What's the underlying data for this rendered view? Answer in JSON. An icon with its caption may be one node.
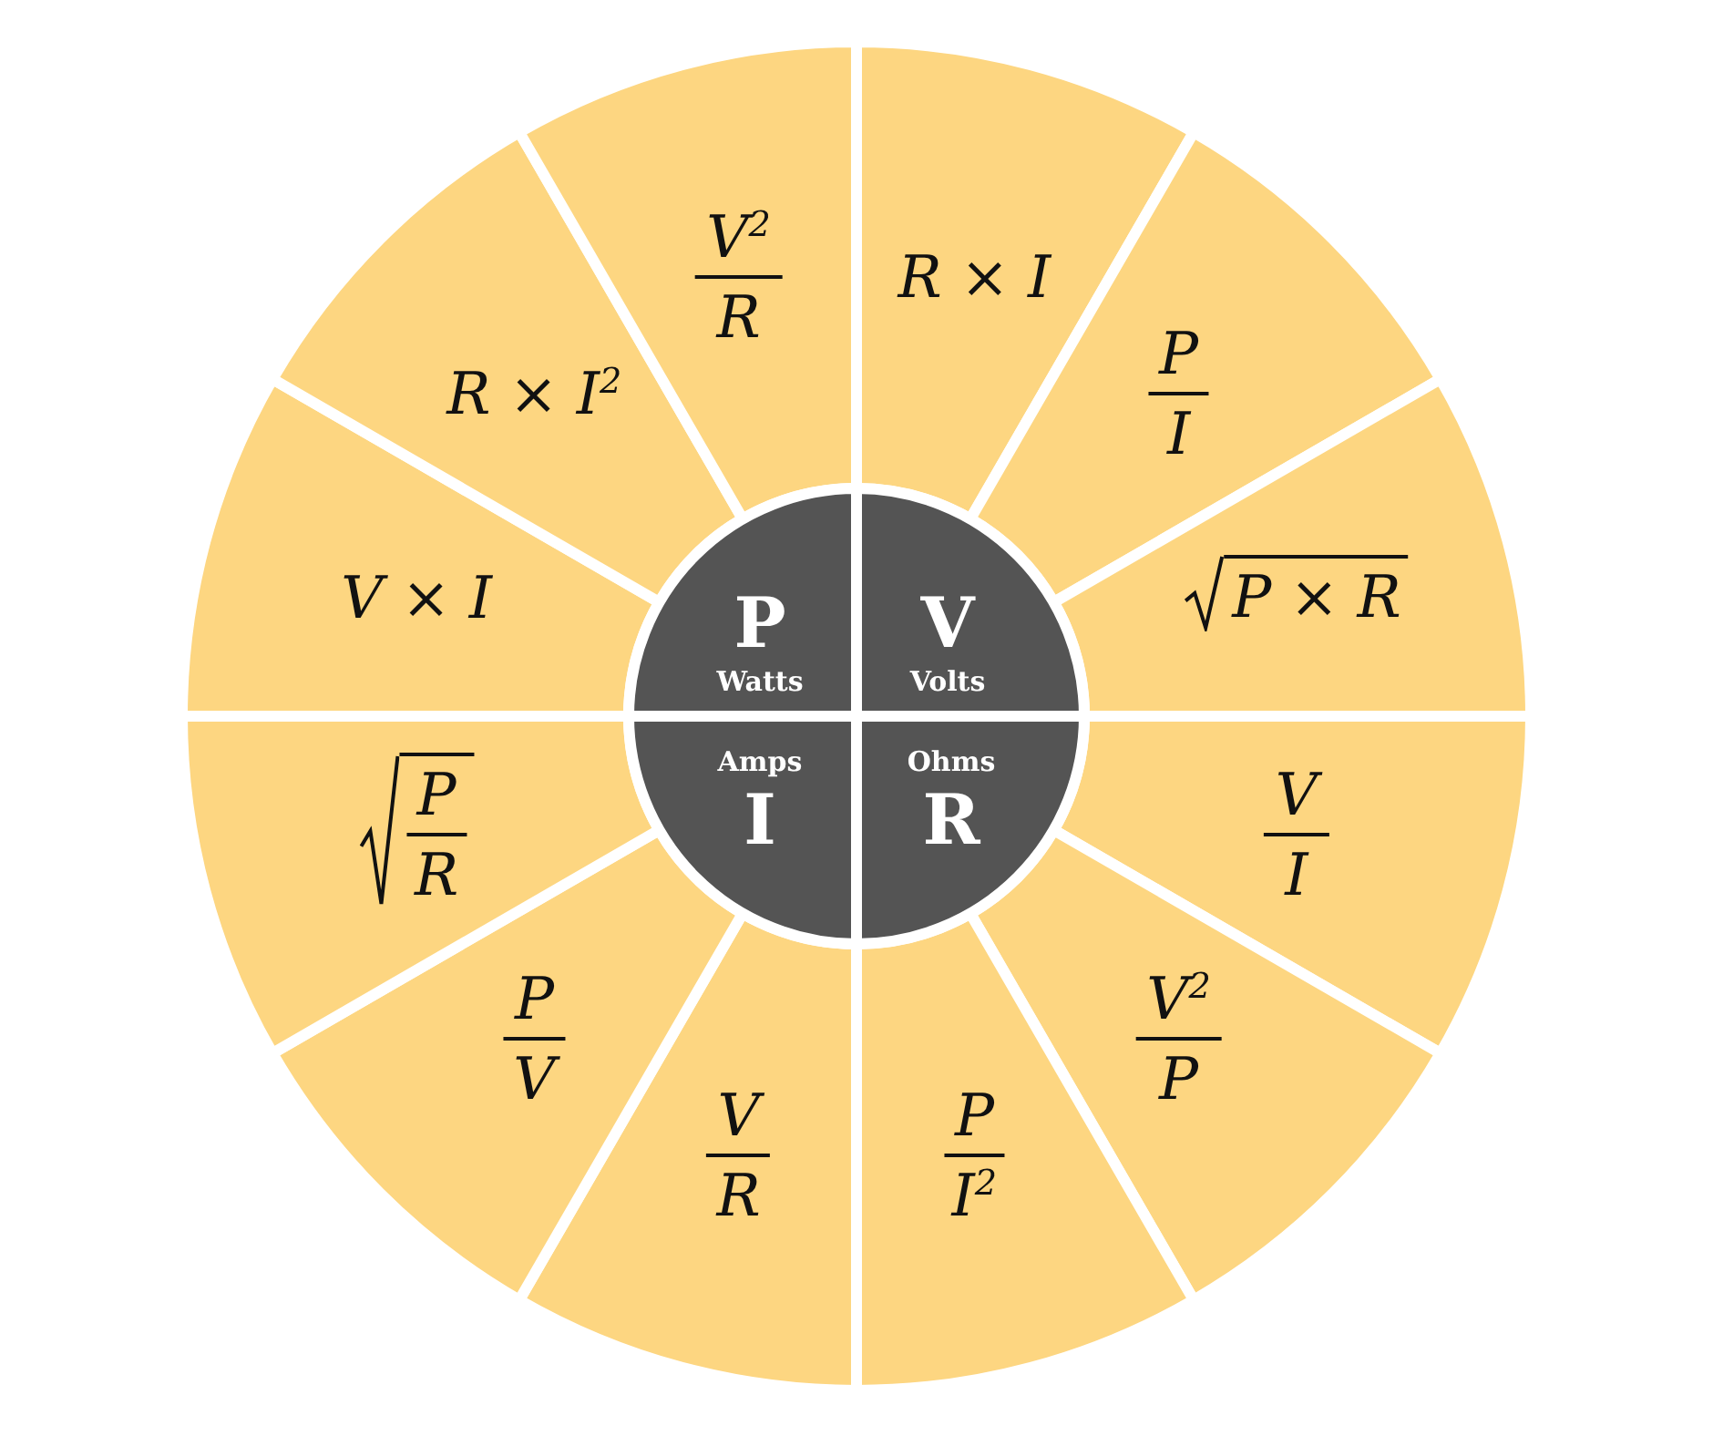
{
  "diagram": {
    "nodes": [
      {
        "text": [
          "P",
          "Watts"
        ]
      },
      {
        "text": [
          "V",
          "Volts"
        ]
      },
      {
        "text": [
          "Amps",
          "I"
        ]
      },
      {
        "text": [
          "Ohms",
          "R"
        ]
      },
      {
        "text": [
          "R × I"
        ]
      },
      {
        "text": [
          "P",
          "I"
        ]
      },
      {
        "text": [
          "P × R"
        ]
      },
      {
        "text": [
          "V",
          "I"
        ]
      },
      {
        "text": [
          "V$^{2}$",
          "P"
        ]
      },
      {
        "text": [
          "P",
          "I$^{2}$"
        ]
      },
      {
        "text": [
          "V",
          "R"
        ]
      },
      {
        "text": [
          "P",
          "V"
        ]
      },
      {
        "text": [
          "P",
          "R"
        ]
      },
      {
        "text": [
          "V × I"
        ]
      },
      {
        "text": [
          "R × I$^{2}$"
        ]
      },
      {
        "text": [
          "V$^{2}$",
          "R"
        ]
      }
    ]
  }
}
